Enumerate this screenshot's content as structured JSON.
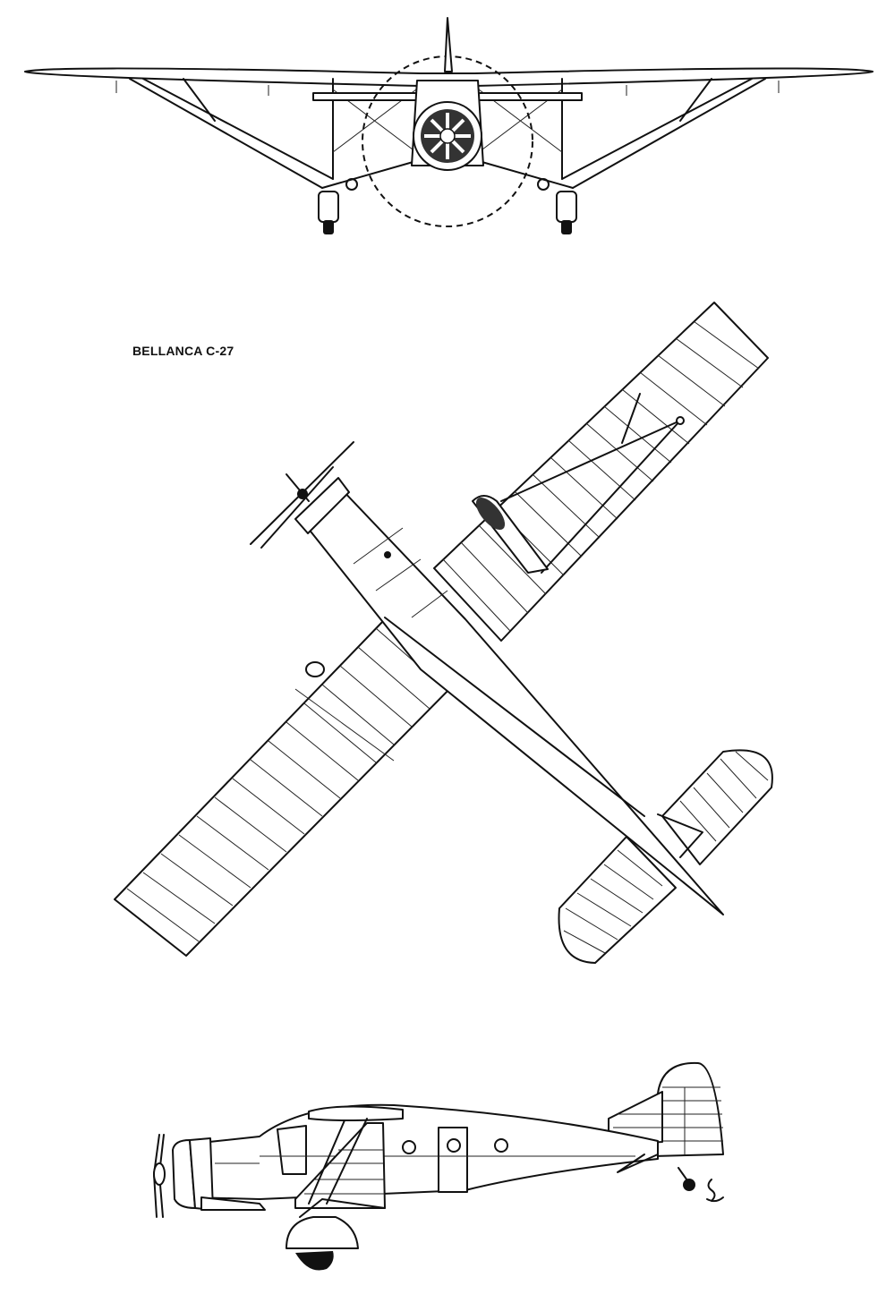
{
  "drawing": {
    "title": "BELLANCA C-27",
    "views": [
      "front-view",
      "top-view",
      "side-view"
    ],
    "line_color": "#111111",
    "background": "#ffffff"
  }
}
